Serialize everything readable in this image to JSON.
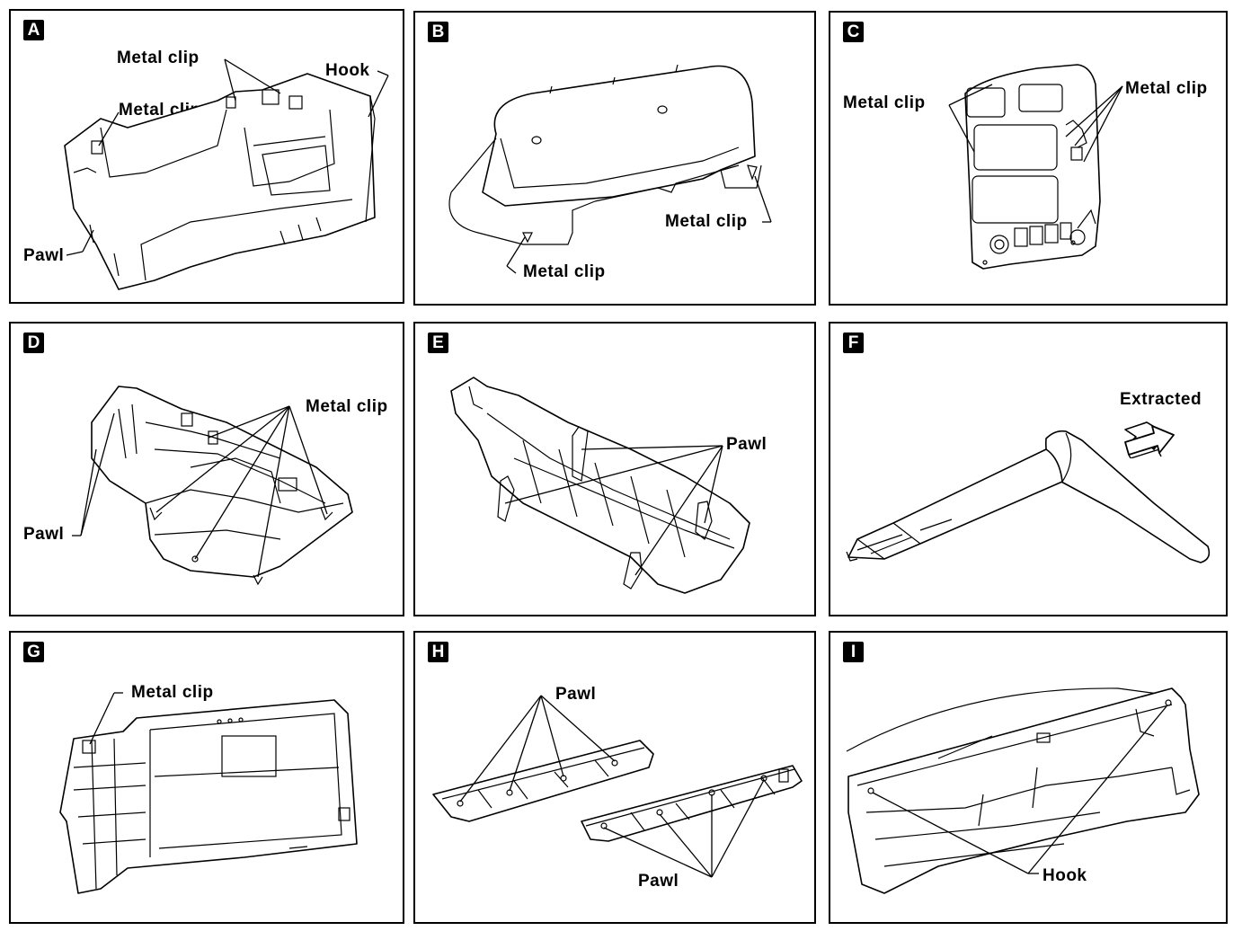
{
  "panels": [
    {
      "letter": "A",
      "labels": {
        "metal_clip_top": "Metal clip",
        "metal_clip_left": "Metal clip",
        "hook": "Hook",
        "pawl": "Pawl"
      }
    },
    {
      "letter": "B",
      "labels": {
        "metal_clip_right": "Metal clip",
        "metal_clip_bottom": "Metal clip"
      }
    },
    {
      "letter": "C",
      "labels": {
        "metal_clip_left": "Metal clip",
        "metal_clip_right": "Metal clip"
      }
    },
    {
      "letter": "D",
      "labels": {
        "metal_clip": "Metal clip",
        "pawl": "Pawl"
      }
    },
    {
      "letter": "E",
      "labels": {
        "pawl": "Pawl"
      }
    },
    {
      "letter": "F",
      "labels": {
        "extracted": "Extracted"
      }
    },
    {
      "letter": "G",
      "labels": {
        "metal_clip": "Metal clip"
      }
    },
    {
      "letter": "H",
      "labels": {
        "pawl_top": "Pawl",
        "pawl_bottom": "Pawl"
      }
    },
    {
      "letter": "I",
      "labels": {
        "hook": "Hook"
      }
    }
  ]
}
